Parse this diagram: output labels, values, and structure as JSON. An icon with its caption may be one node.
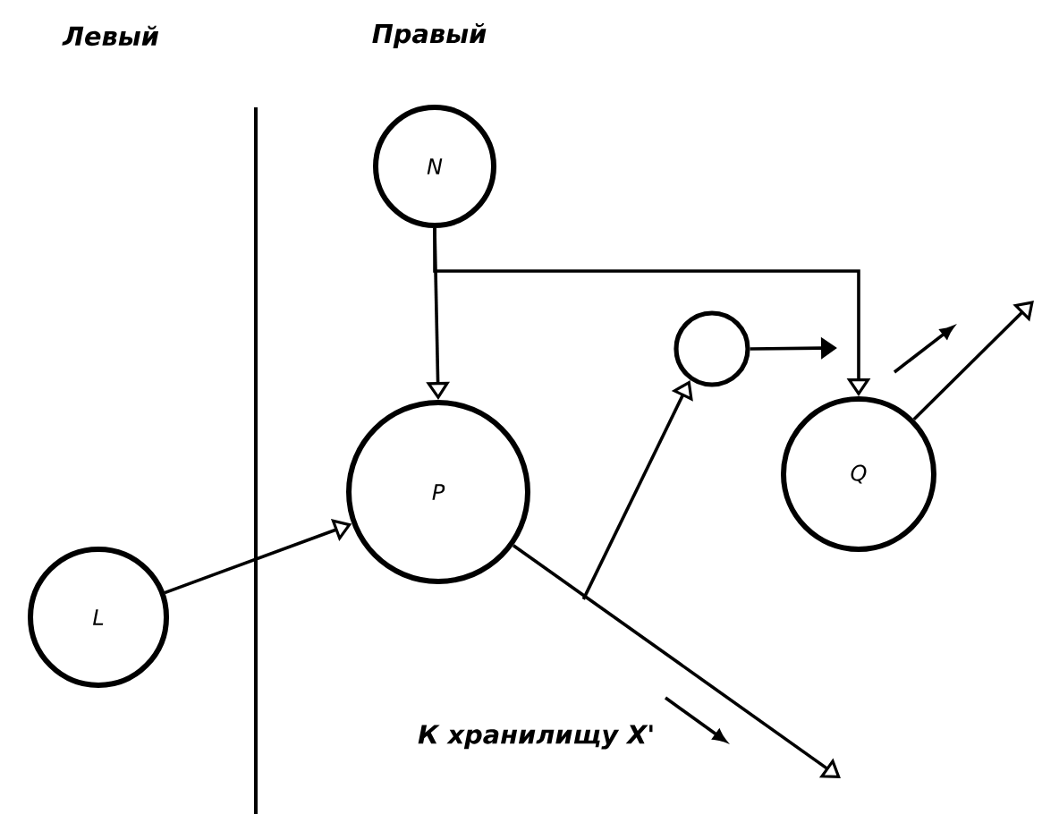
{
  "diagram": {
    "nodes": [
      {
        "text": [
          "N"
        ]
      },
      {
        "text": [],
        "shape": "circle"
      },
      {
        "text": [
          "P"
        ]
      },
      {
        "text": [
          "Q"
        ]
      },
      {
        "text": [
          "L"
        ]
      }
    ],
    "edges": [
      {
        "from": 0,
        "to": 2,
        "arrow": "to"
      },
      {
        "from": 0,
        "to": 3,
        "arrow": "to"
      },
      {
        "from": 1,
        "to": 3,
        "arrow": "to"
      },
      {
        "from": 4,
        "to": 2,
        "arrow": "to"
      },
      {
        "from": 2,
        "to": 1,
        "arrow": "to"
      },
      {
        "from": 2,
        "to": null,
        "arrow": "to",
        "label": "К хранилищу X'"
      },
      {
        "from": 3,
        "to": null,
        "arrow": "to"
      }
    ],
    "labels": [
      "Левый",
      "Правый"
    ]
  }
}
